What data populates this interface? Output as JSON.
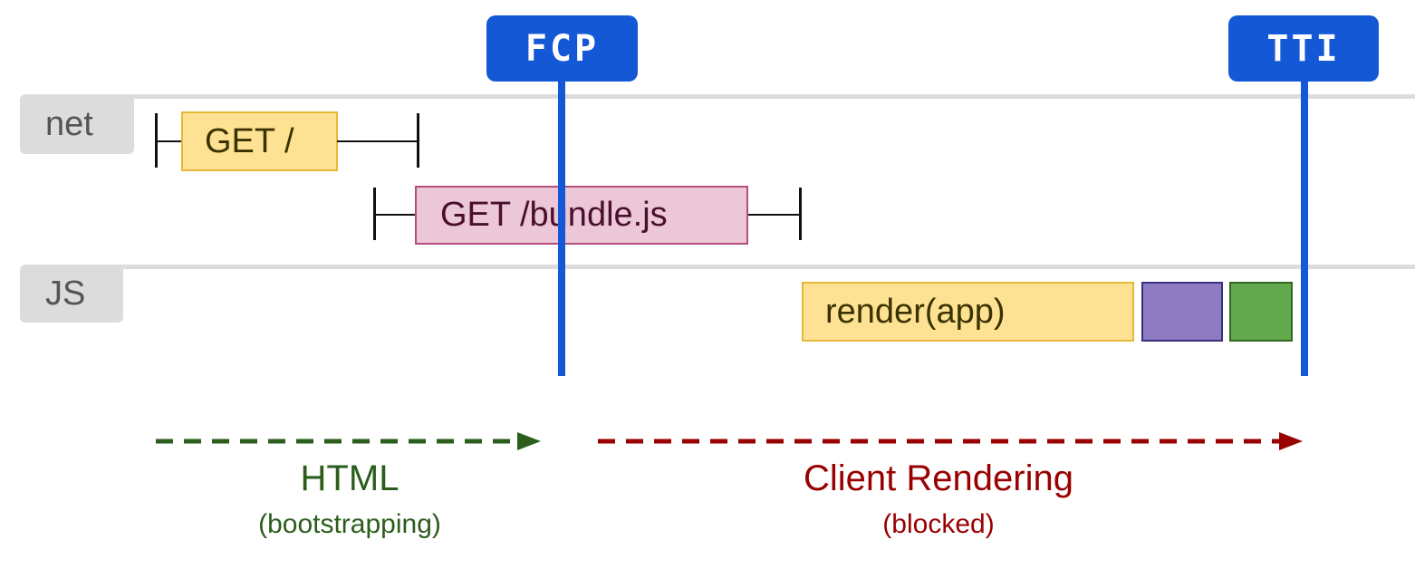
{
  "colors": {
    "marker_blue": "#1558d6",
    "html_green": "#2b5d1c",
    "client_red": "#990000",
    "yellow": "#fee293",
    "pink": "#ecc7d8",
    "purple": "#8d7cc2",
    "green": "#62a84c",
    "rail_gray": "#dcdcdc"
  },
  "markers": {
    "fcp": "FCP",
    "tti": "TTI"
  },
  "lanes": {
    "net": "net",
    "js": "JS"
  },
  "requests": {
    "get_root": "GET /",
    "get_bundle": "GET /bundle.js"
  },
  "tasks": {
    "render": "render(app)"
  },
  "phases": {
    "html_title": "HTML",
    "html_sub": "(bootstrapping)",
    "client_title": "Client Rendering",
    "client_sub": "(blocked)"
  }
}
